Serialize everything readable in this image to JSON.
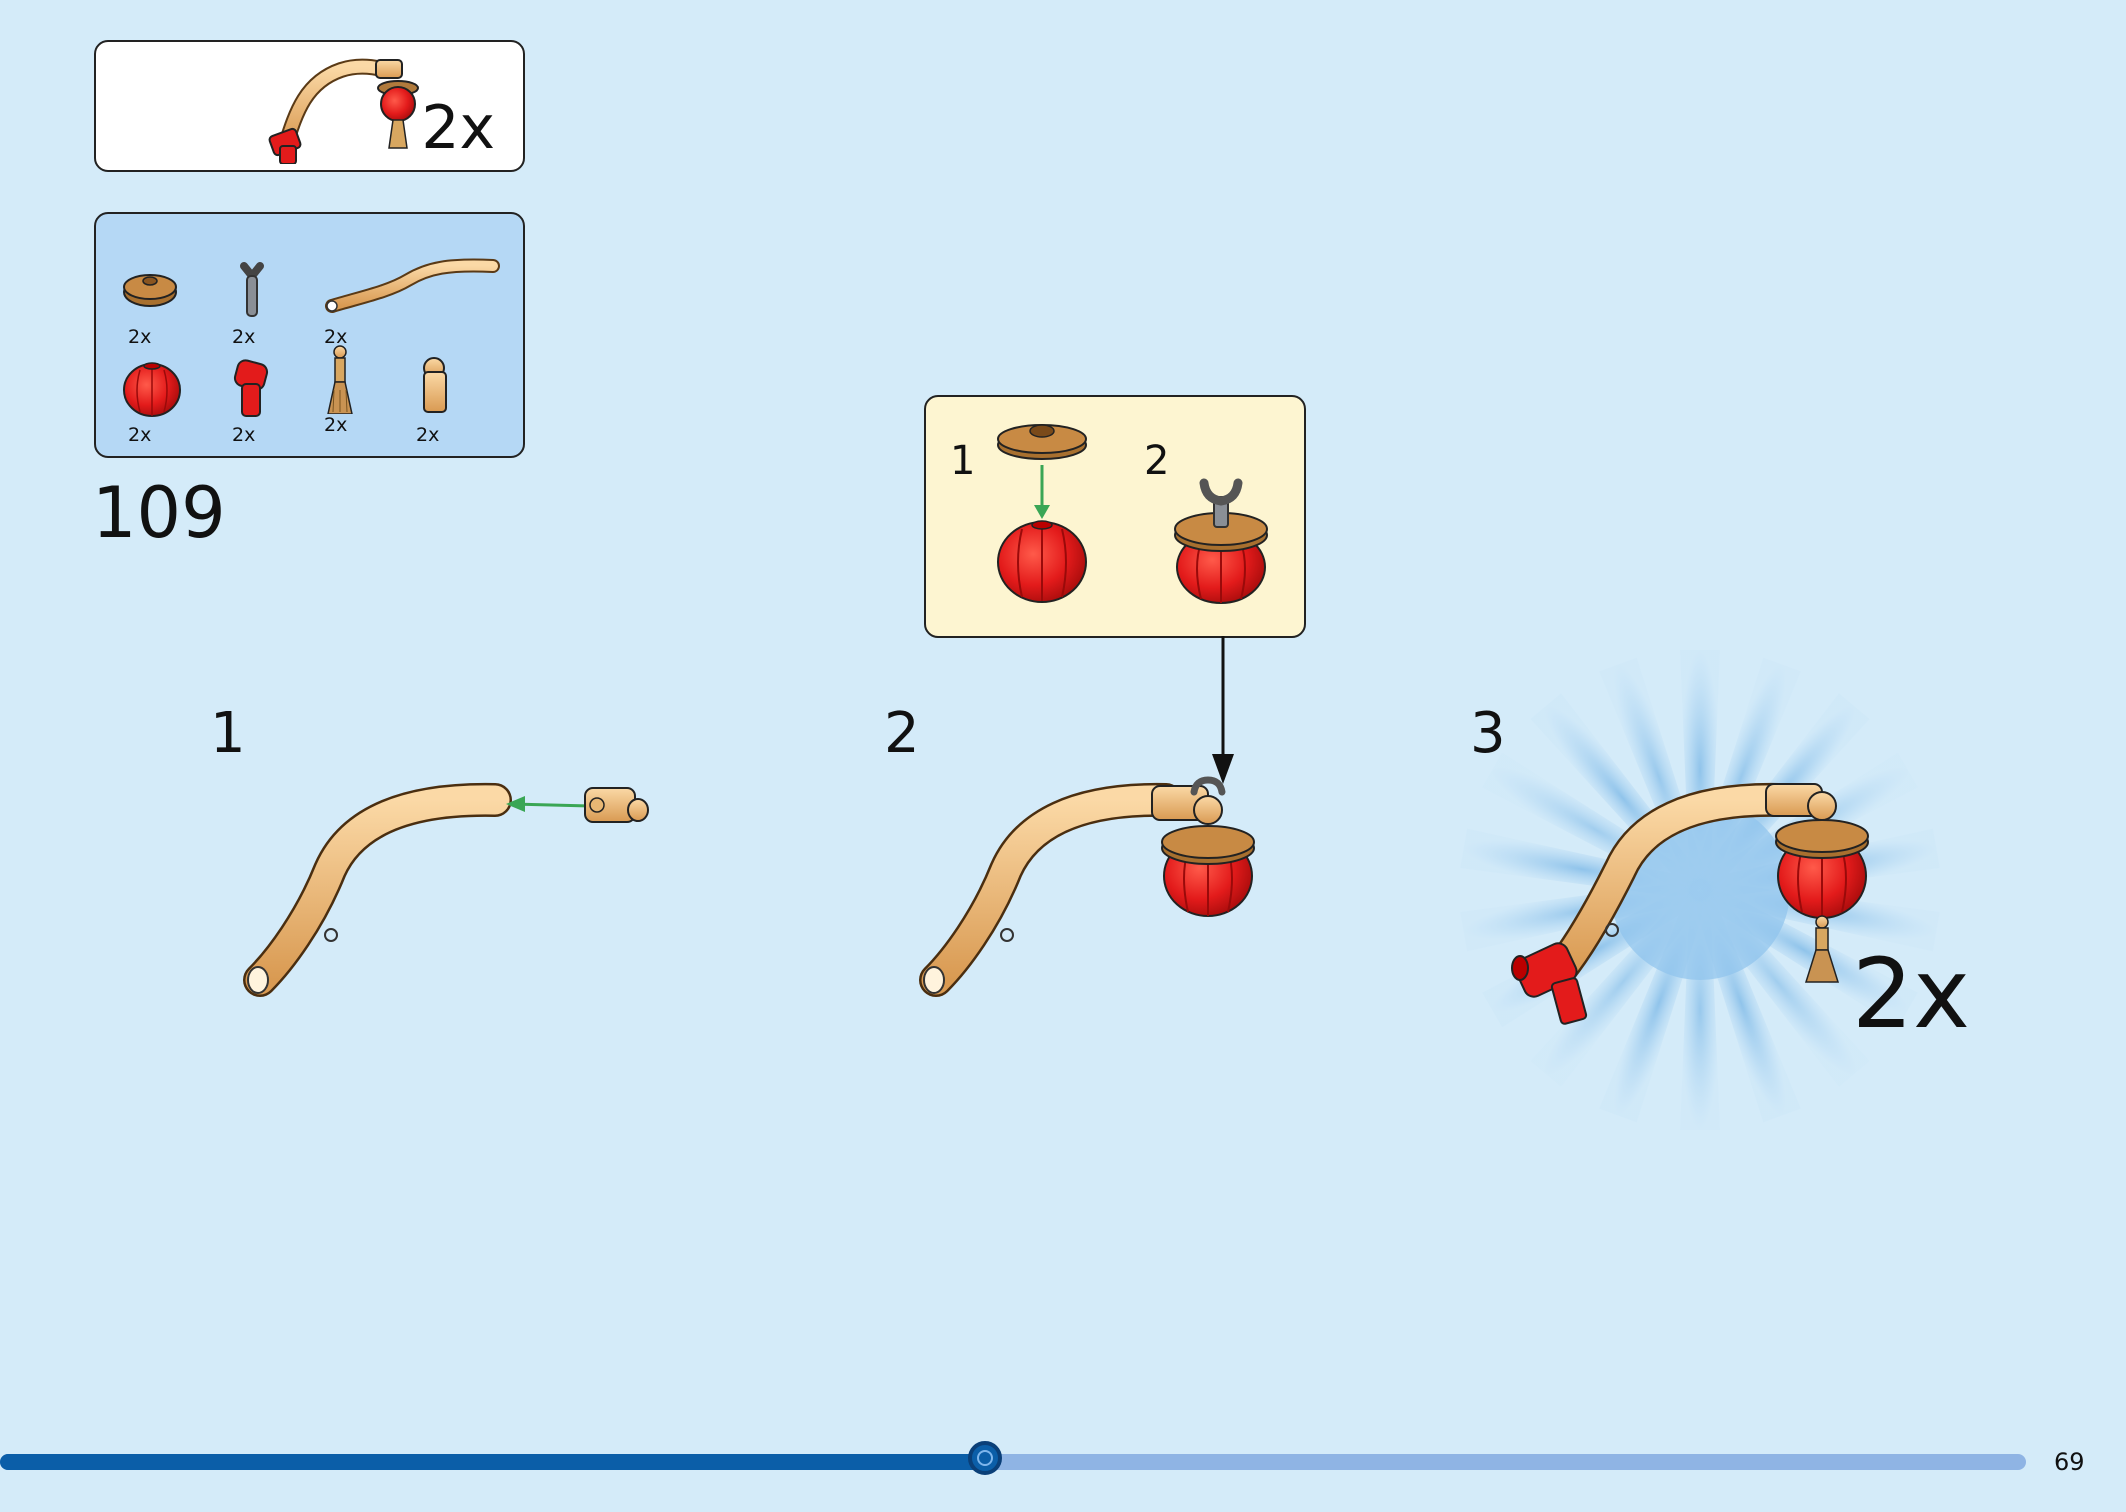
{
  "subassembly": {
    "quantity": "2x"
  },
  "parts_list": {
    "items": [
      {
        "icon": "tan-dish-plate-icon",
        "quantity": "2x"
      },
      {
        "icon": "gray-clip-bar-icon",
        "quantity": "2x"
      },
      {
        "icon": "tan-curved-tube-icon",
        "quantity": "2x"
      },
      {
        "icon": "red-lantern-icon",
        "quantity": "2x"
      },
      {
        "icon": "red-hose-connector-icon",
        "quantity": "2x"
      },
      {
        "icon": "tan-tassel-icon",
        "quantity": "2x"
      },
      {
        "icon": "tan-clip-connector-icon",
        "quantity": "2x"
      }
    ]
  },
  "step_number": "109",
  "callout": {
    "substep_1": "1",
    "substep_2": "2"
  },
  "substeps": [
    {
      "number": "1"
    },
    {
      "number": "2"
    },
    {
      "number": "3",
      "quantity": "2x"
    }
  ],
  "progress": {
    "fraction": 0.486
  },
  "page_number": "69",
  "colors": {
    "background": "#d4ebf9",
    "tan": "#f2c27f",
    "red": "#e31b1b",
    "progress": "#0b5ea8",
    "arrow_green": "#3aa655"
  }
}
